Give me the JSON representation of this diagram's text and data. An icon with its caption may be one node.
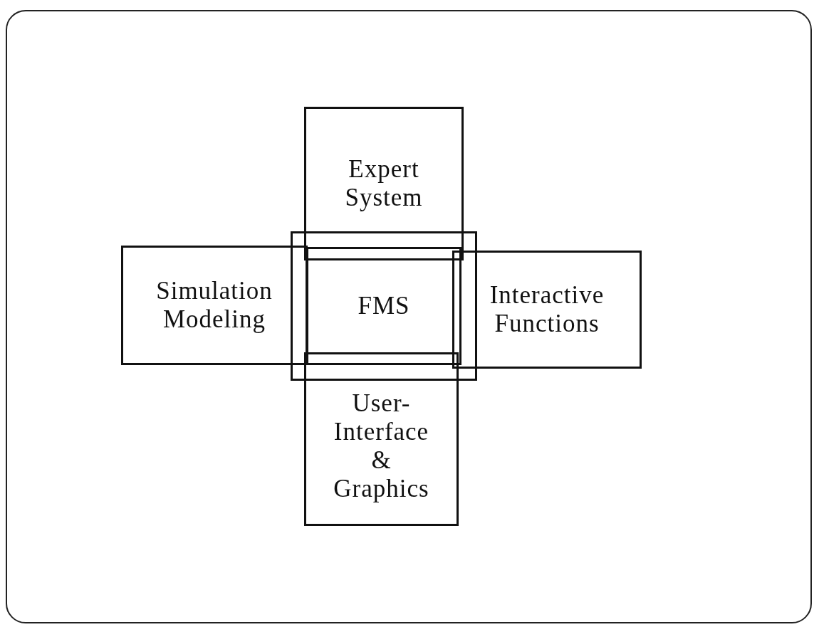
{
  "diagram": {
    "nodes": [
      {
        "text": [
          "Expert System"
        ]
      },
      {
        "text": [
          "Simulation Modeling"
        ]
      },
      {
        "text": [
          "FMS"
        ]
      },
      {
        "text": [
          "Interactive Functions"
        ]
      },
      {
        "text": [
          "User- Interface & Graphics"
        ]
      }
    ]
  }
}
